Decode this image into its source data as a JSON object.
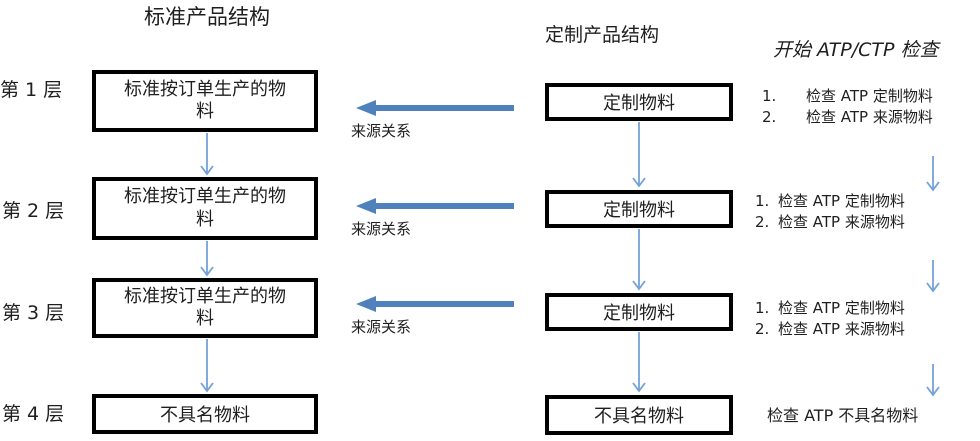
{
  "titles": {
    "standard": "标准产品结构",
    "custom": "定制产品结构",
    "atp_check": "开始 ATP/CTP 检查"
  },
  "source_relation": "来源关系",
  "levels": [
    {
      "label": "第 1 层",
      "standard_material": "标准按订单生产的物料",
      "custom_material": "定制物料",
      "atp_steps": [
        {
          "num": "1.",
          "text": "检查 ATP 定制物料"
        },
        {
          "num": "2.",
          "text": "检查 ATP 来源物料"
        }
      ]
    },
    {
      "label": "第 2 层",
      "standard_material": "标准按订单生产的物料",
      "custom_material": "定制物料",
      "atp_steps": [
        {
          "num": "1.",
          "text": "检查 ATP 定制物料"
        },
        {
          "num": "2.",
          "text": "检查 ATP 来源物料"
        }
      ]
    },
    {
      "label": "第 3 层",
      "standard_material": "标准按订单生产的物料",
      "custom_material": "定制物料",
      "atp_steps": [
        {
          "num": "1.",
          "text": "检查 ATP 定制物料"
        },
        {
          "num": "2.",
          "text": "检查 ATP 来源物料"
        }
      ]
    },
    {
      "label": "第 4 层",
      "standard_material": "不具名物料",
      "custom_material": "不具名物料",
      "atp_final": "检查 ATP 不具名物料"
    }
  ],
  "colors": {
    "thick_arrow": "#4f81bd",
    "thin_arrow": "#74a2d8",
    "box_border": "#000000"
  }
}
